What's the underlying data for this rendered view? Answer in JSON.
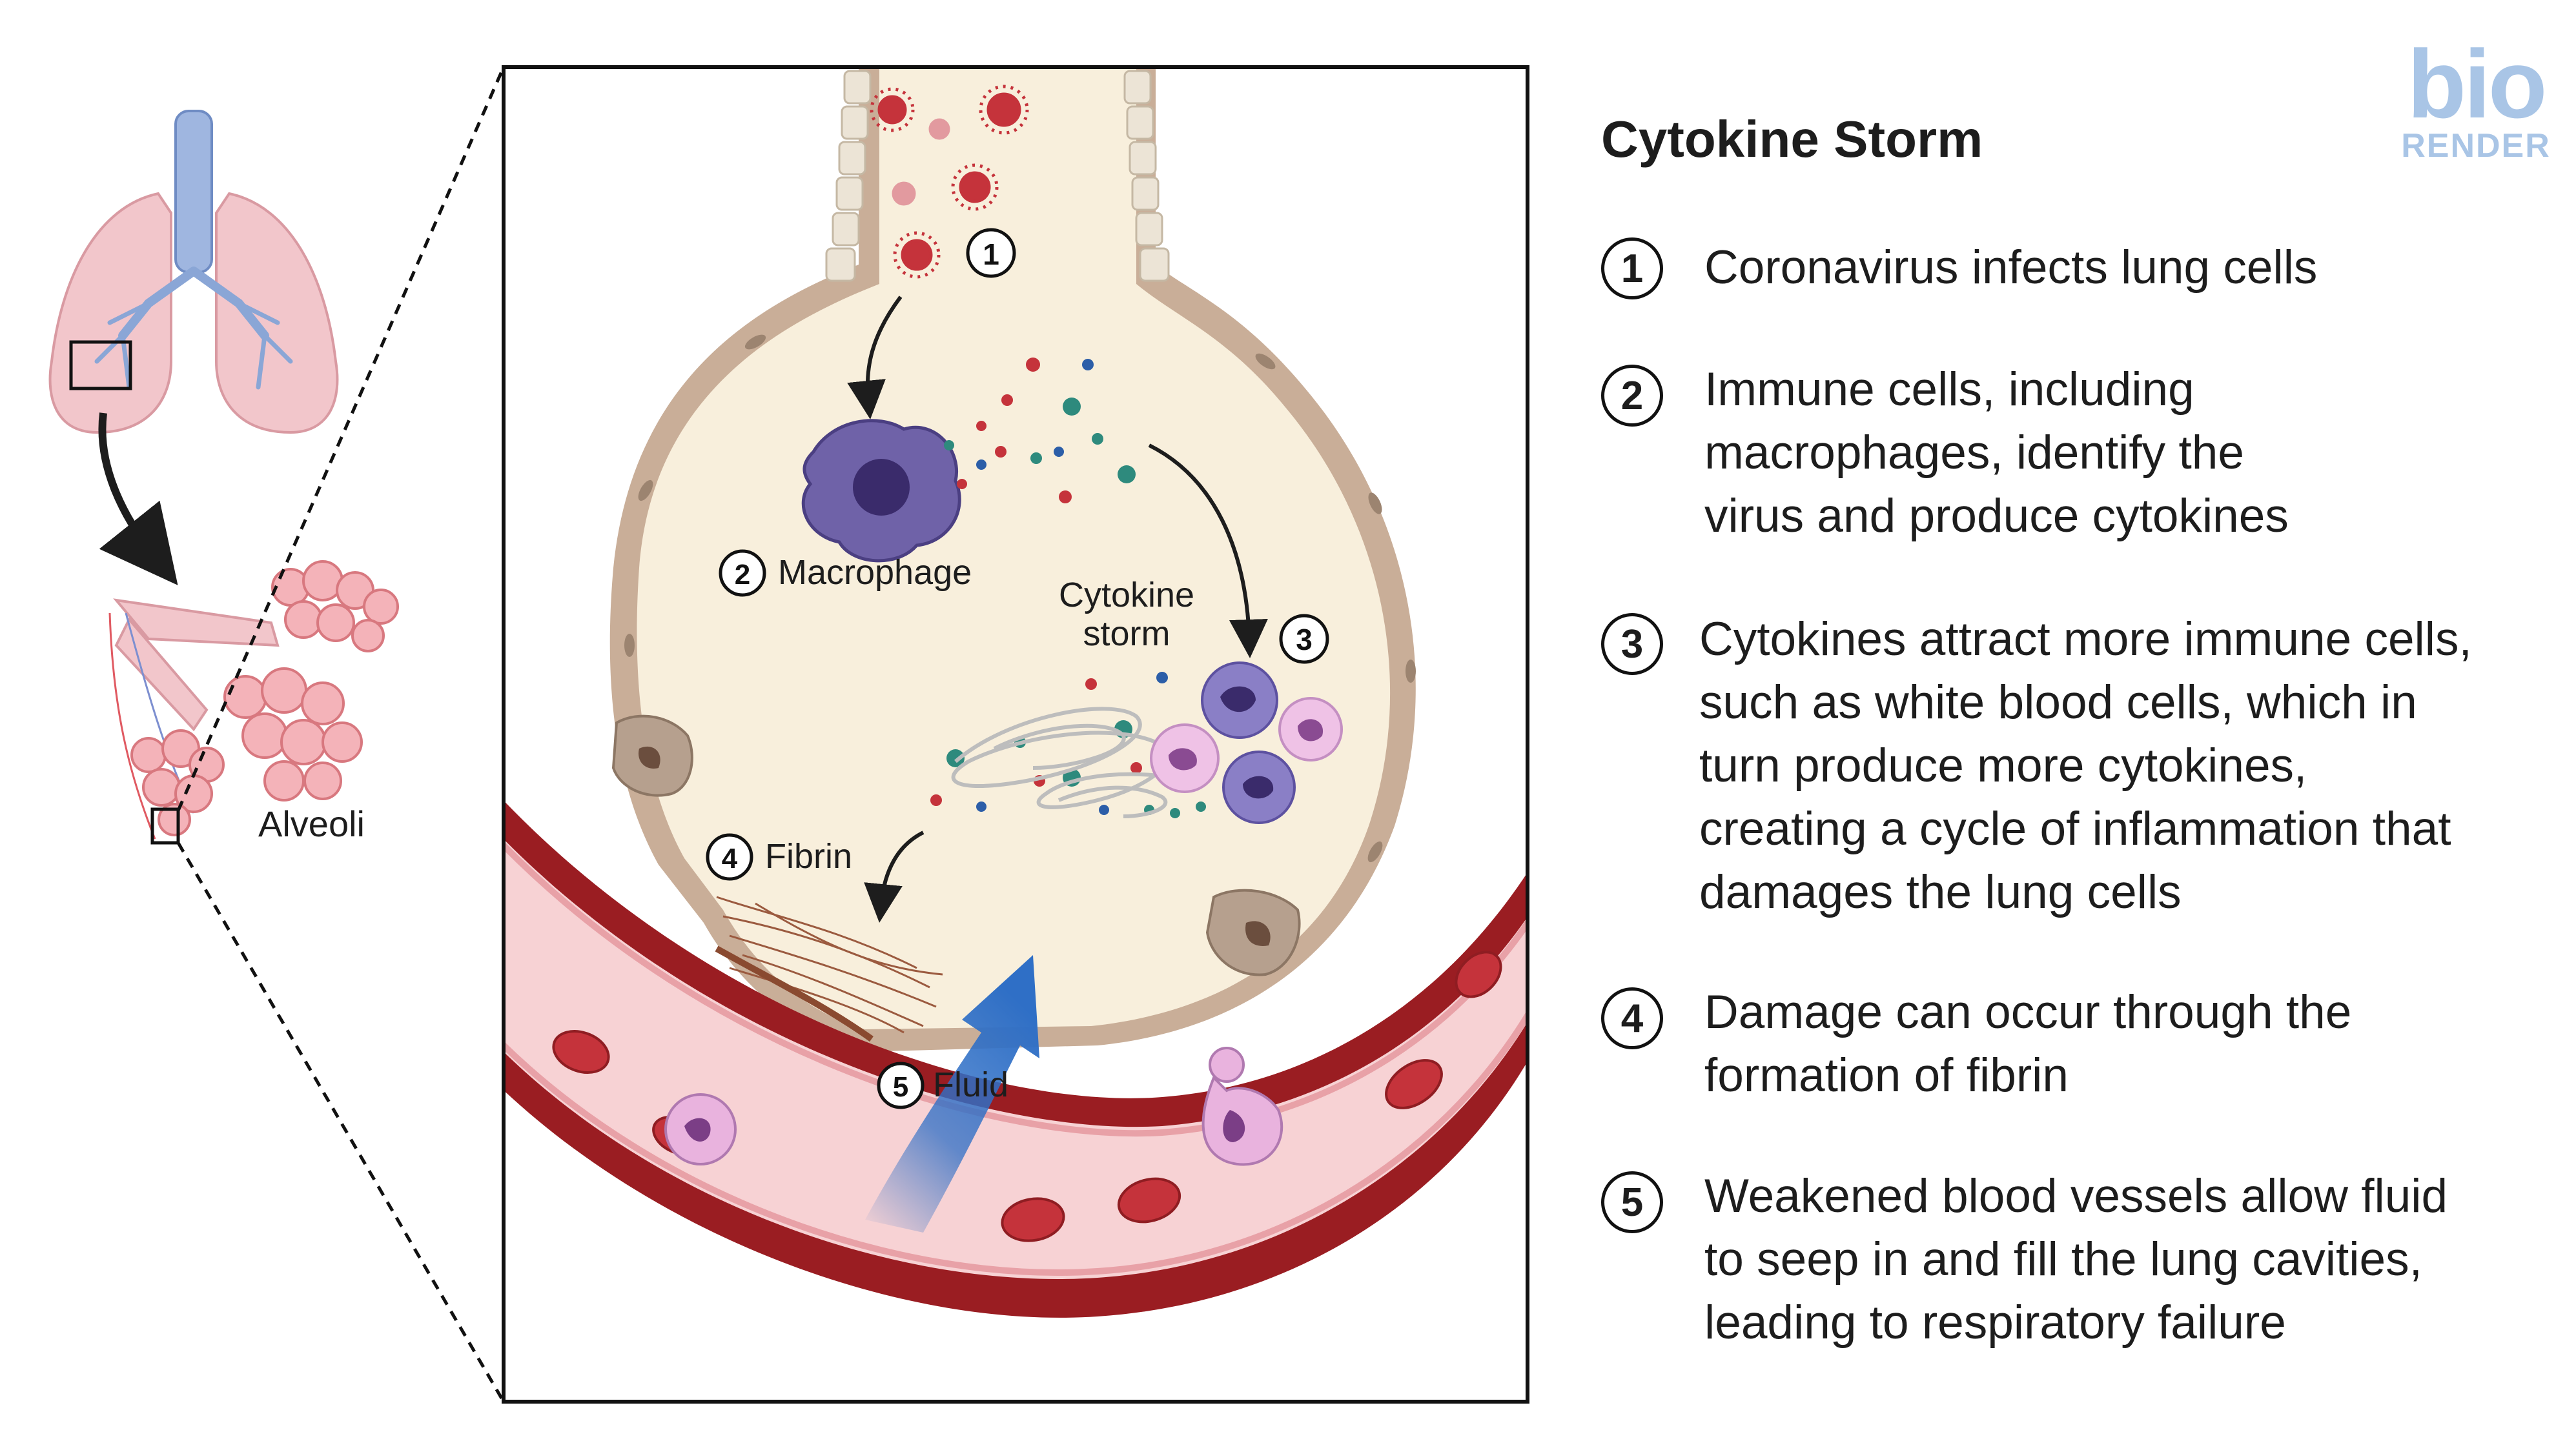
{
  "left_label": "Alveoli",
  "diagram_labels": {
    "step1_num": "1",
    "macrophage_num": "2",
    "macrophage": "Macrophage",
    "cytokine_line1": "Cytokine",
    "cytokine_line2": "storm",
    "step3_num": "3",
    "fibrin_num": "4",
    "fibrin": "Fibrin",
    "fluid_num": "5",
    "fluid": "Fluid"
  },
  "title": "Cytokine Storm",
  "steps": [
    {
      "num": "1",
      "text": "Coronavirus infects lung cells"
    },
    {
      "num": "2",
      "text": "Immune cells, including\nmacrophages, identify the\nvirus and produce cytokines"
    },
    {
      "num": "3",
      "text": "Cytokines attract more immune cells,\nsuch as white blood cells, which in\nturn produce more cytokines,\ncreating a cycle of inflammation that\ndamages the lung cells"
    },
    {
      "num": "4",
      "text": "Damage can occur through the\nformation of fibrin"
    },
    {
      "num": "5",
      "text": "Weakened blood vessels allow fluid\nto seep in and fill the lung cavities,\nleading to respiratory failure"
    }
  ],
  "brand": {
    "main": "bio",
    "sub": "RENDER"
  },
  "colors": {
    "lung": "#f2c6cb",
    "airway": "#8aa6d6",
    "alveolus_fill": "#f8efdc",
    "alveolus_wall": "#c5aa96",
    "vessel_dark": "#9a1d22",
    "vessel_lumen": "#f7d2d4",
    "virus": "#c5333b",
    "macrophage": "#5b4b94",
    "fluid_arrow": "#2f6fc6",
    "brand": "#a9c5e6"
  }
}
